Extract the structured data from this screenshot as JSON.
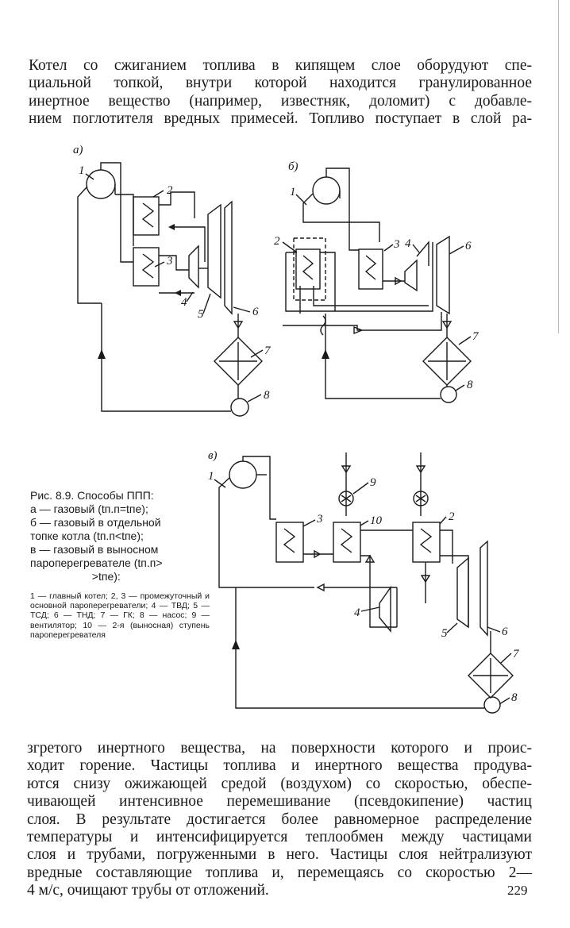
{
  "text_top": [
    "Котел со сжиганием топлива в кипящем слое оборудуют спе-",
    "циальной топкой, внутри которой находится гранулированное",
    "инертное вещество (например, известняк, доломит) с добавле-",
    "нием поглотителя вредных примесей. Топливо поступает в слой ра-"
  ],
  "figure": {
    "panel_labels": {
      "a": "а)",
      "b": "б)",
      "c": "в)"
    },
    "numbers": [
      "1",
      "2",
      "3",
      "4",
      "5",
      "6",
      "7",
      "8",
      "9",
      "10"
    ]
  },
  "caption": {
    "title_lines": [
      "Рис. 8.9. Способы ППП:",
      "а — газовый    (tп.п=tпе);",
      "б — газовый в отдельной",
      "топке котла  (tп.п<tпе);",
      "в — газовый в выносном",
      "пароперегревателе (tп.п>",
      "                    >tпе):"
    ],
    "legend": "1 — главный котел; 2, 3 — промежуточный и основной пароперегреватели; 4 — ТВД; 5 — ТСД; 6 — ТНД; 7 — ГК; 8 — насос; 9 — вентилятор; 10 — 2-я (выносная) ступень пароперегревателя"
  },
  "text_bottom": [
    "згретого инертного вещества, на поверхности которого и проис-",
    "ходит горение. Частицы топлива и инертного вещества продува-",
    "ются снизу ожижающей средой (воздухом) со скоростью, обеспе-",
    "чивающей интенсивное перемешивание (псевдокипение) частиц",
    "слоя. В результате достигается более равномерное распределение",
    "температуры и интенсифицируется теплообмен между частицами",
    "слоя и трубами, погруженными в него. Частицы слоя нейтрализуют",
    "вредные составляющие топлива и, перемещаясь со скоростью 2—",
    "4 м/с, очищают трубы от отложений."
  ],
  "page_number": "229"
}
